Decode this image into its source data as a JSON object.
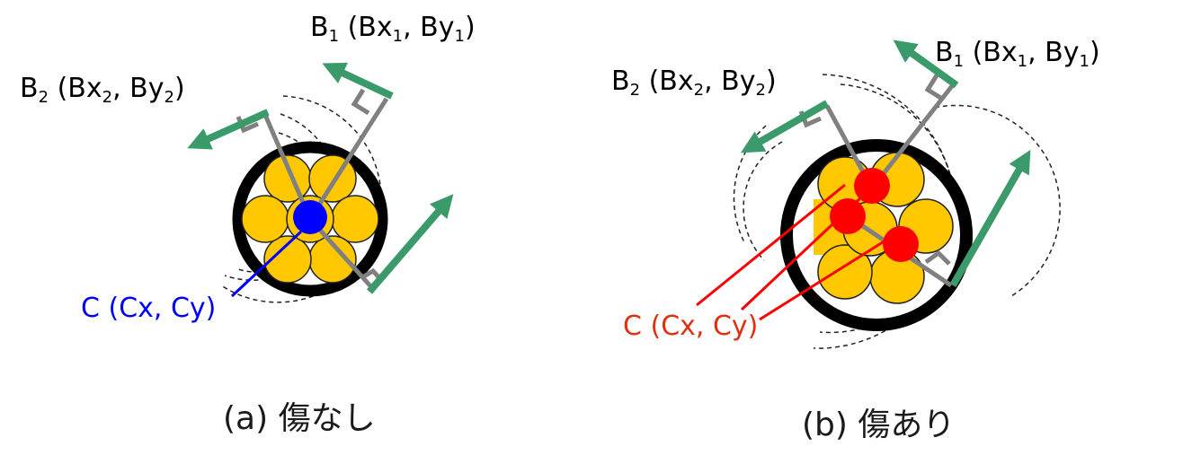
{
  "panel_a": {
    "caption": "(a) 傷なし",
    "b1": {
      "name": "B",
      "sub": "1",
      "open": " (Bx",
      "sub_x": "1",
      "mid": ", By",
      "sub_y": "1",
      "close": ")"
    },
    "b2": {
      "name": "B",
      "sub": "2",
      "open": " (Bx",
      "sub_x": "2",
      "mid": ", By",
      "sub_y": "2",
      "close": ")"
    },
    "center_label": "C (Cx, Cy)",
    "center_color": "#0000ff"
  },
  "panel_b": {
    "caption": "(b) 傷あり",
    "b1": {
      "name": "B",
      "sub": "1",
      "open": " (Bx",
      "sub_x": "1",
      "mid": ", By",
      "sub_y": "1",
      "close": ")"
    },
    "b2": {
      "name": "B",
      "sub": "2",
      "open": " (Bx",
      "sub_x": "2",
      "mid": ", By",
      "sub_y": "2",
      "close": ")"
    },
    "center_label": "C (Cx, Cy)",
    "center_color": "#ff0000",
    "label_color": "#e03010"
  },
  "colors": {
    "strand": "#ffc800",
    "cable": "#000000",
    "field_arrow": "#3a9a6a",
    "radial_line": "#808080",
    "field_line": "#222222"
  }
}
